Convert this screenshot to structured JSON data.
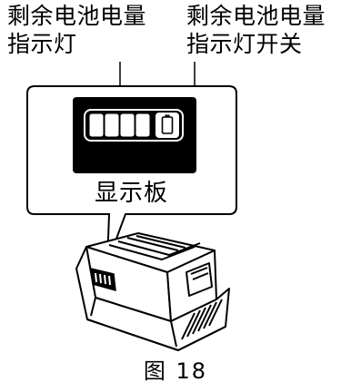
{
  "callouts": {
    "indicator": {
      "line1": "剩余电池电量",
      "line2": "指示灯"
    },
    "switch": {
      "line1": "剩余电池电量",
      "line2": "指示灯开关"
    }
  },
  "panel": {
    "label": "显示板",
    "lit_segments": 4,
    "total_segments": 4
  },
  "caption": "图 18",
  "colors": {
    "ink": "#000000",
    "panel_fill": "#000000",
    "paper": "#ffffff"
  }
}
